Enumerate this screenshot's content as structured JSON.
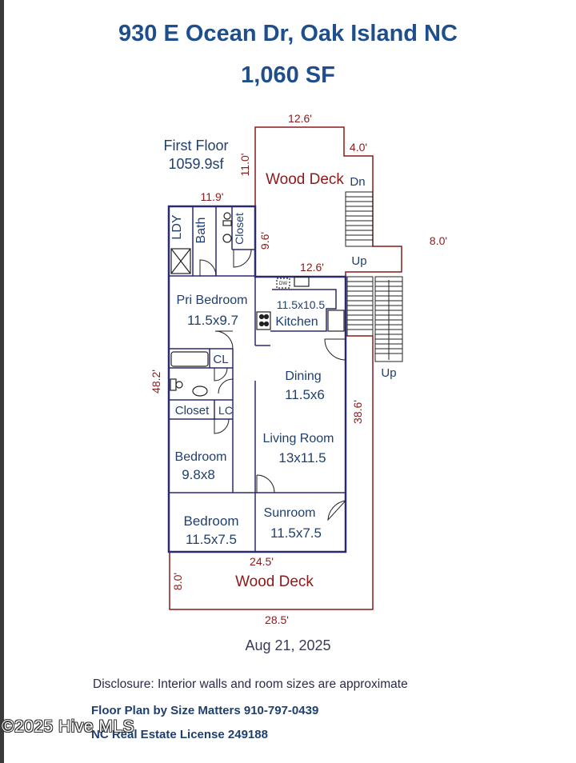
{
  "header": {
    "address": "930 E Ocean Dr, Oak Island NC",
    "area": "1,060 SF"
  },
  "floor": {
    "name": "First Floor",
    "area": "1059.9sf"
  },
  "rooms": {
    "wood_deck_top": "Wood Deck",
    "ldy": "LDY",
    "bath": "Bath",
    "closet_top": "Closet",
    "pri_bedroom": "Pri Bedroom",
    "pri_bedroom_size": "11.5x9.7",
    "kitchen_size": "11.5x10.5",
    "kitchen": "Kitchen",
    "cl": "CL",
    "dining": "Dining",
    "dining_size": "11.5x6",
    "closet_mid": "Closet",
    "lc": "LC",
    "living": "Living Room",
    "living_size": "13x11.5",
    "bedroom2": "Bedroom",
    "bedroom2_size": "9.8x8",
    "bedroom3": "Bedroom",
    "bedroom3_size": "11.5x7.5",
    "sunroom": "Sunroom",
    "sunroom_size": "11.5x7.5",
    "wood_deck_bottom": "Wood Deck"
  },
  "dimensions": {
    "deck_top_width": "12.6'",
    "deck_step": "4.0'",
    "deck_height": "11.0'",
    "house_top": "11.9'",
    "bath_height": "9.6'",
    "kitchen_top": "12.6'",
    "landing": "8.0'",
    "house_height": "48.2'",
    "right_height": "38.6'",
    "house_bottom": "24.5'",
    "deck_bottom_height": "8.0'",
    "deck_bottom_width": "28.5'"
  },
  "stairs": {
    "down": "Dn",
    "up_landing": "Up",
    "up_right": "Up",
    "dw": "DW"
  },
  "footer": {
    "date": "Aug 21, 2025",
    "disclosure": "Disclosure: Interior walls and room sizes are approximate",
    "credit": "Floor Plan by Size Matters 910-797-0439",
    "license": "NC Real Estate License 249188",
    "watermark": "©2025 Hive MLS"
  },
  "colors": {
    "title": "#1f4e8c",
    "wall": "#2a2a6e",
    "deck": "#8b1a1a",
    "dimension": "#8b1a1a",
    "room_label": "#1f3f6e"
  }
}
